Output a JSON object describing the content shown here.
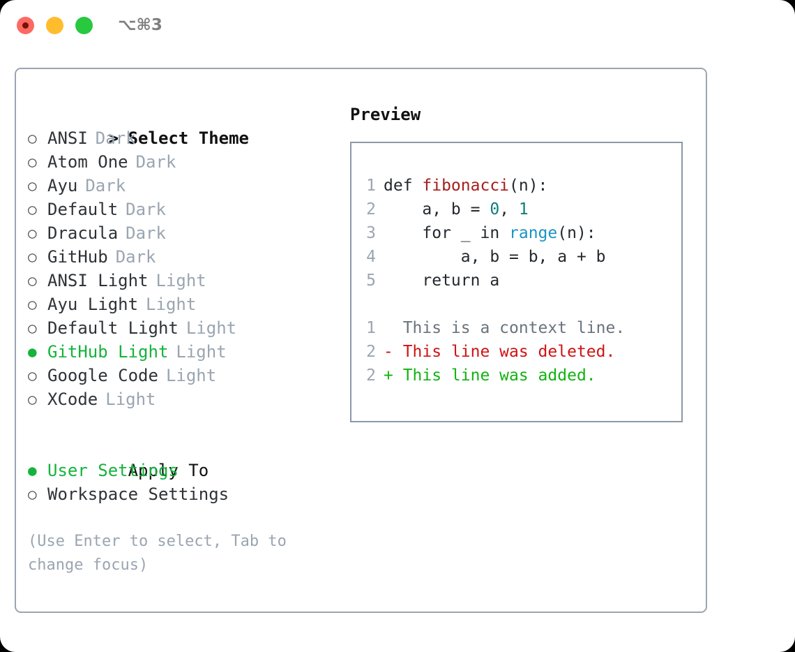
{
  "window": {
    "traffic_lights": [
      {
        "name": "close-button",
        "color": "#fd6a62",
        "has_dot": true
      },
      {
        "name": "minimize-button",
        "color": "#ffbd2e",
        "has_dot": false
      },
      {
        "name": "maximize-button",
        "color": "#28c840",
        "has_dot": false
      }
    ],
    "shortcut": "⌥⌘3"
  },
  "theme_picker": {
    "heading": "Select Theme",
    "caret": ">",
    "bullet_off": "○",
    "bullet_on": "●",
    "items": [
      {
        "label": "ANSI",
        "tag": "Dark",
        "selected": false
      },
      {
        "label": "Atom One",
        "tag": "Dark",
        "selected": false
      },
      {
        "label": "Ayu",
        "tag": "Dark",
        "selected": false
      },
      {
        "label": "Default",
        "tag": "Dark",
        "selected": false
      },
      {
        "label": "Dracula",
        "tag": "Dark",
        "selected": false
      },
      {
        "label": "GitHub",
        "tag": "Dark",
        "selected": false
      },
      {
        "label": "ANSI Light",
        "tag": "Light",
        "selected": false
      },
      {
        "label": "Ayu Light",
        "tag": "Light",
        "selected": false
      },
      {
        "label": "Default Light",
        "tag": "Light",
        "selected": false
      },
      {
        "label": "GitHub Light",
        "tag": "Light",
        "selected": true
      },
      {
        "label": "Google Code",
        "tag": "Light",
        "selected": false
      },
      {
        "label": "XCode",
        "tag": "Light",
        "selected": false
      }
    ]
  },
  "apply_to": {
    "heading": "Apply To",
    "items": [
      {
        "label": "User Settings",
        "selected": true
      },
      {
        "label": "Workspace Settings",
        "selected": false
      }
    ]
  },
  "hint": "(Use Enter to select, Tab to change focus)",
  "preview": {
    "title": "Preview",
    "code_lines": [
      {
        "number": "1",
        "tokens": [
          {
            "text": "def ",
            "type": "plain"
          },
          {
            "text": "fibonacci",
            "type": "fn"
          },
          {
            "text": "(n):",
            "type": "plain"
          }
        ]
      },
      {
        "number": "2",
        "tokens": [
          {
            "text": "    a, b = ",
            "type": "plain"
          },
          {
            "text": "0",
            "type": "num"
          },
          {
            "text": ", ",
            "type": "plain"
          },
          {
            "text": "1",
            "type": "num"
          }
        ]
      },
      {
        "number": "3",
        "tokens": [
          {
            "text": "    for _ in ",
            "type": "plain"
          },
          {
            "text": "range",
            "type": "build"
          },
          {
            "text": "(n):",
            "type": "plain"
          }
        ]
      },
      {
        "number": "4",
        "tokens": [
          {
            "text": "        a, b = b, a + b",
            "type": "plain"
          }
        ]
      },
      {
        "number": "5",
        "tokens": [
          {
            "text": "    return a",
            "type": "plain"
          }
        ]
      }
    ],
    "diff_lines": [
      {
        "number": "1",
        "marker": " ",
        "text": "  This is a context line.",
        "kind": "context"
      },
      {
        "number": "2",
        "marker": "-",
        "text": "- This line was deleted.",
        "kind": "deleted"
      },
      {
        "number": "2",
        "marker": "+",
        "text": "+ This line was added.",
        "kind": "added"
      }
    ]
  },
  "colors": {
    "accent_green": "#14b33c",
    "muted": "#9aa5b1",
    "border": "#9aa5b1",
    "preview_border": "#8b98a8",
    "fn_red": "#a61d1d",
    "num_teal": "#0d7c7c",
    "builtin_blue": "#1a94c4",
    "diff_del": "#cf1313",
    "diff_add": "#12b312",
    "diff_ctx": "#6a737d"
  }
}
